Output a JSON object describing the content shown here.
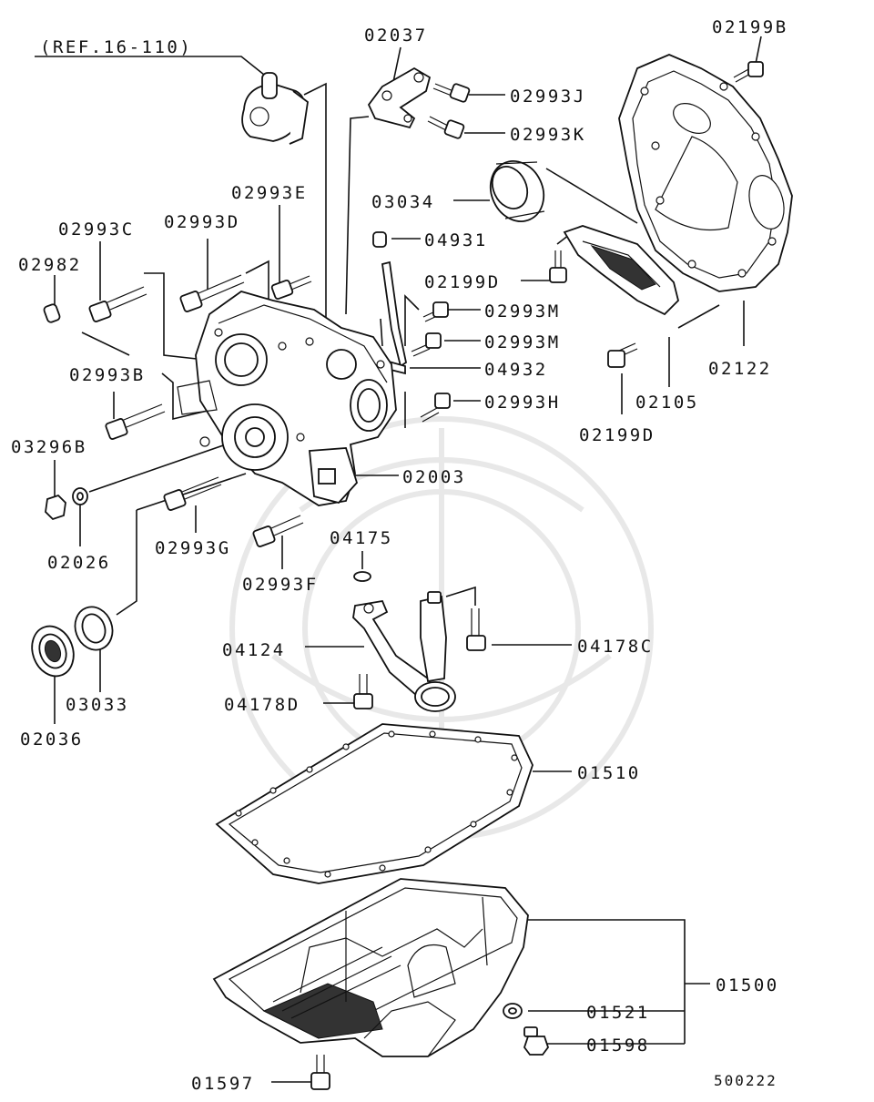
{
  "labels": {
    "ref": "(REF.16-110)",
    "p02037": "02037",
    "p02199B": "02199B",
    "p02993J": "02993J",
    "p02993K": "02993K",
    "p02993E": "02993E",
    "p03034": "03034",
    "p02993C": "02993C",
    "p02993D": "02993D",
    "p04931": "04931",
    "p02982": "02982",
    "p02199D_top": "02199D",
    "p02993M_1": "02993M",
    "p02993M_2": "02993M",
    "p02993B": "02993B",
    "p04932": "04932",
    "p02122": "02122",
    "p02993H": "02993H",
    "p02105": "02105",
    "p03296B": "03296B",
    "p02199D_bot": "02199D",
    "p02003": "02003",
    "p02993G": "02993G",
    "p02026": "02026",
    "p04175": "04175",
    "p02993F": "02993F",
    "p04124": "04124",
    "p04178C": "04178C",
    "p04178D": "04178D",
    "p03033": "03033",
    "p02036": "02036",
    "p01510": "01510",
    "p01500": "01500",
    "p01521": "01521",
    "p01598": "01598",
    "p01597": "01597",
    "diagram_id": "500222"
  }
}
